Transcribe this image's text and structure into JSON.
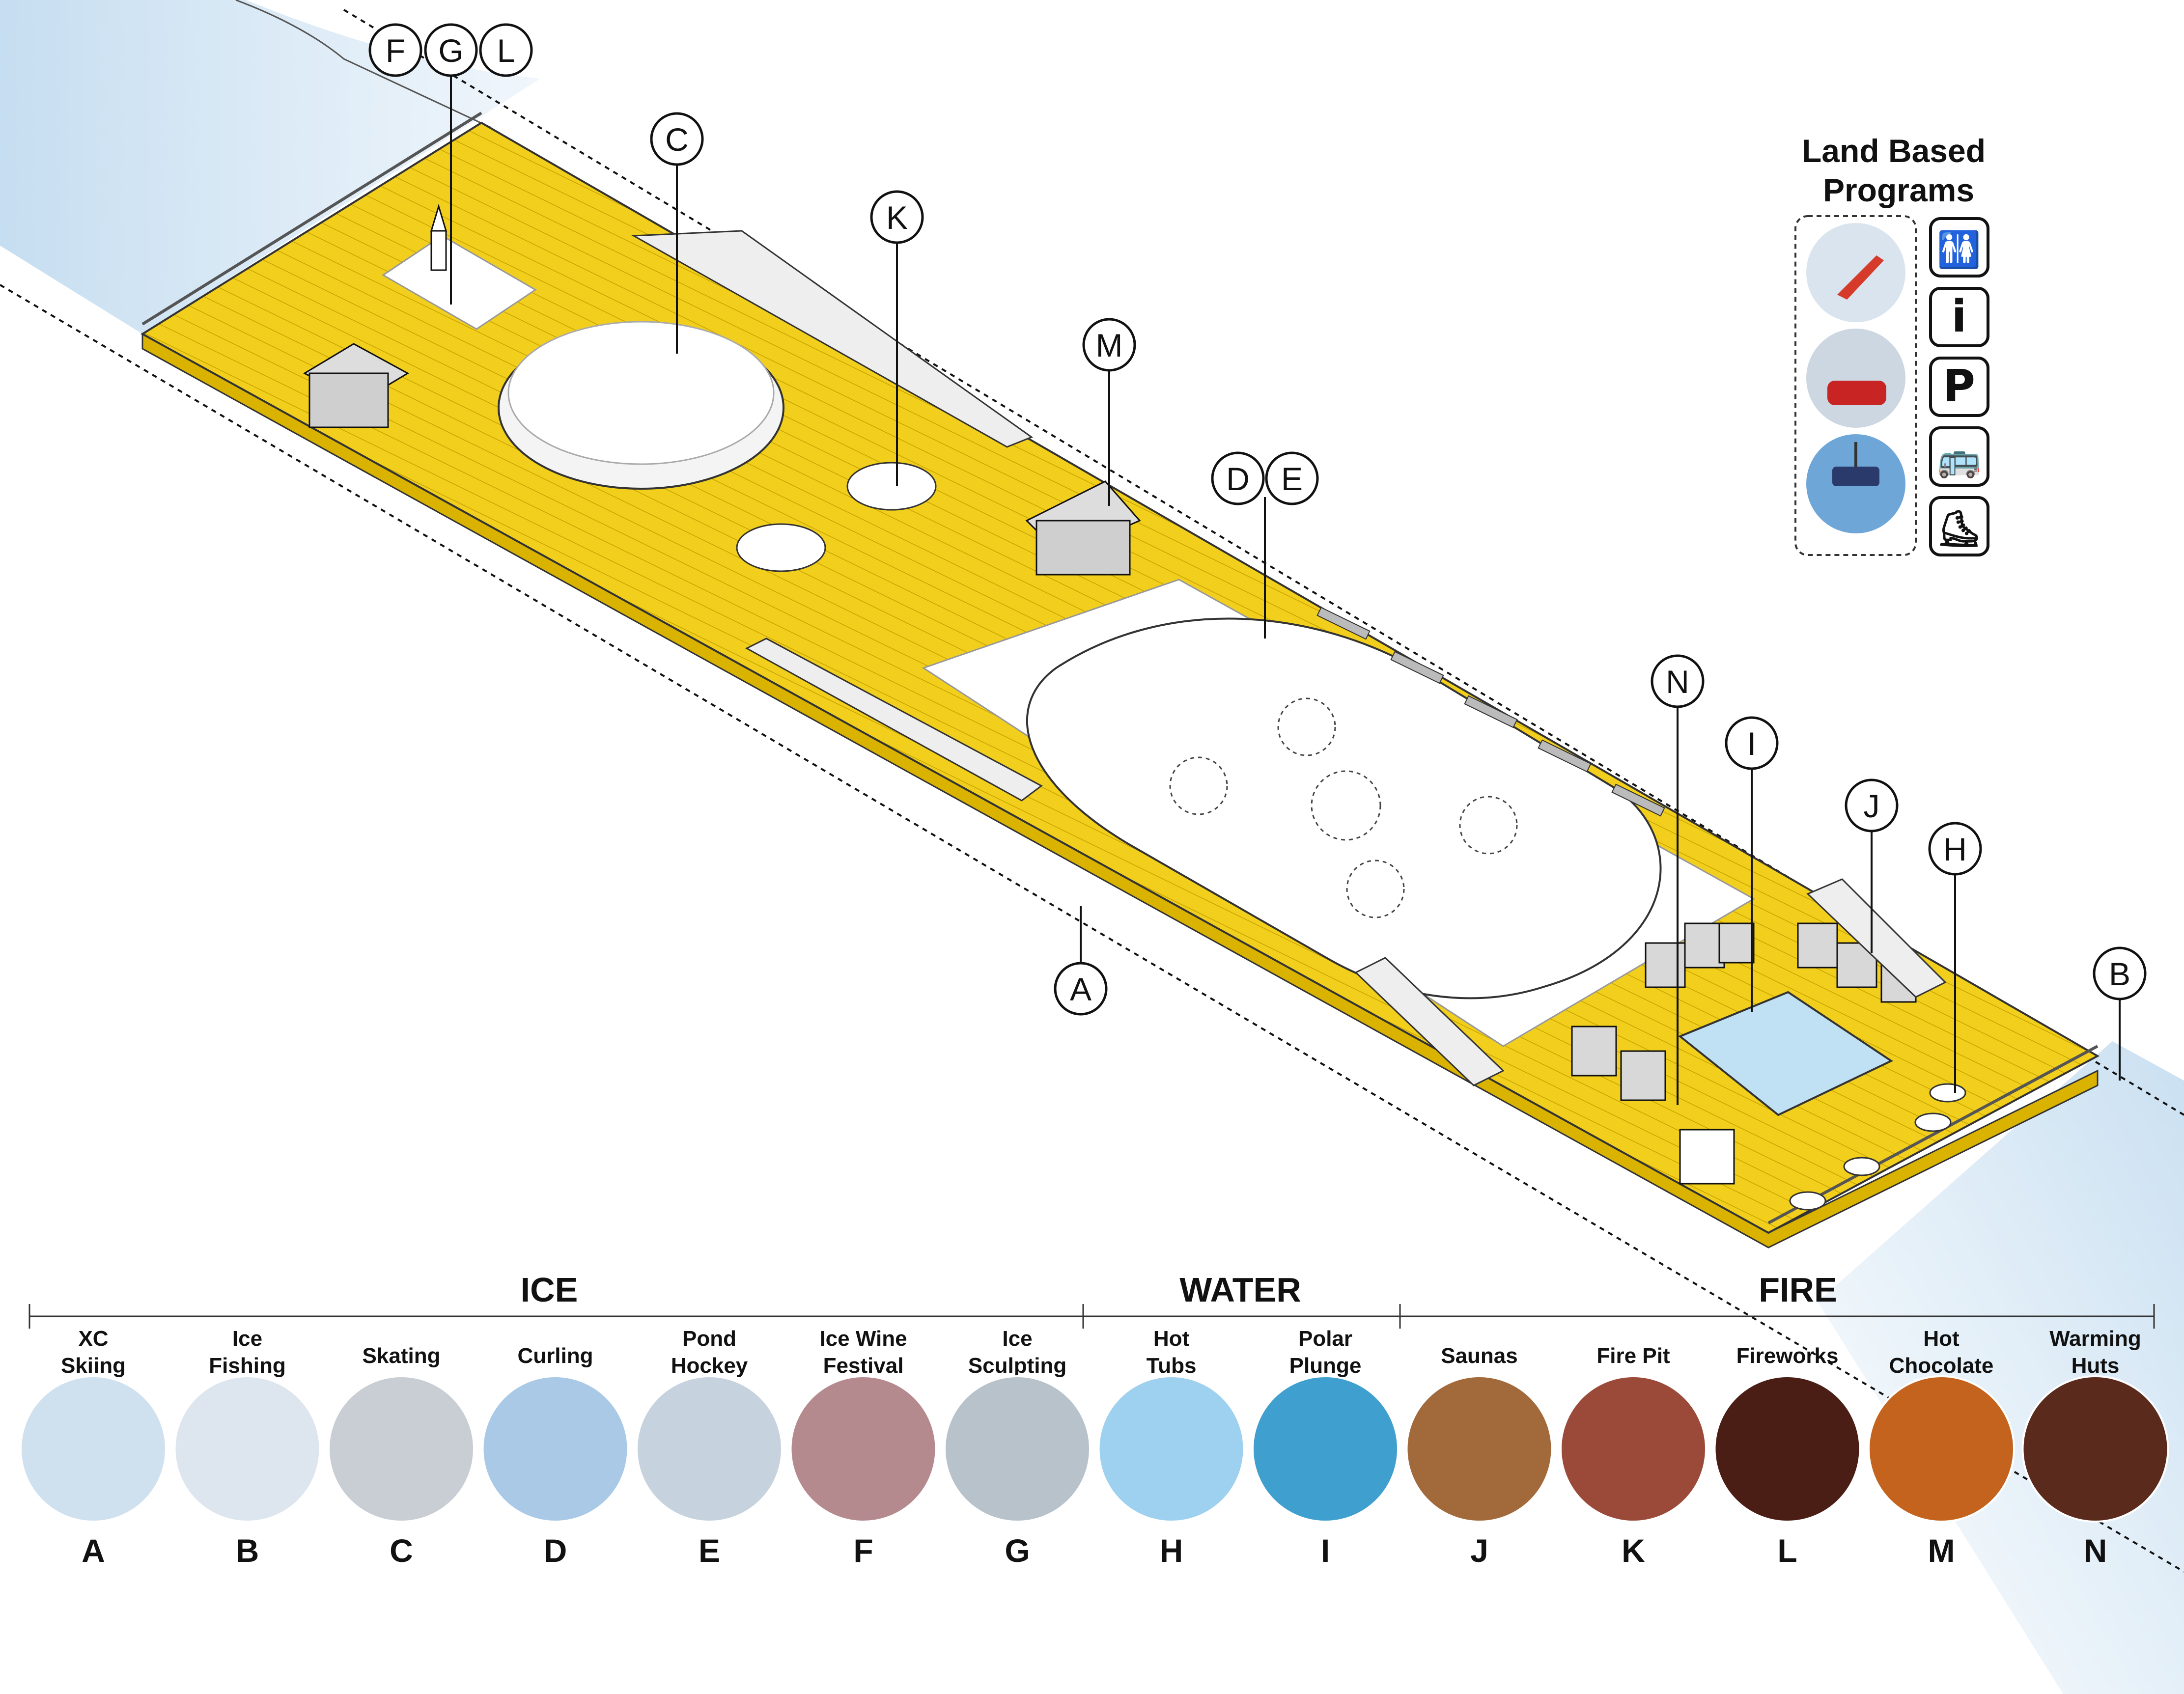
{
  "legend": {
    "title_line1": "Land  Based",
    "title_line2": "Programs",
    "photo_icons": [
      "downhill-skier-icon",
      "snowmobile-icon",
      "chairlift-icon"
    ],
    "amenity_icons": [
      {
        "name": "restroom-icon",
        "glyph": "🚻"
      },
      {
        "name": "info-icon",
        "glyph": "i"
      },
      {
        "name": "parking-icon",
        "glyph": "P"
      },
      {
        "name": "bus-icon",
        "glyph": "🚌"
      },
      {
        "name": "skate-rental-icon",
        "glyph": "⛸"
      }
    ]
  },
  "callouts": {
    "A": "A",
    "B": "B",
    "C": "C",
    "D": "D",
    "E": "E",
    "F": "F",
    "G": "G",
    "H": "H",
    "I": "I",
    "J": "J",
    "K": "K",
    "L": "L",
    "M": "M",
    "N": "N"
  },
  "categories": [
    {
      "name": "ICE"
    },
    {
      "name": "WATER"
    },
    {
      "name": "FIRE"
    }
  ],
  "programs": [
    {
      "letter": "A",
      "line1": "XC",
      "line2": "Skiing",
      "color": "#cfe0ef"
    },
    {
      "letter": "B",
      "line1": "Ice",
      "line2": "Fishing",
      "color": "#dde6ee"
    },
    {
      "letter": "C",
      "line1": "Skating",
      "line2": "",
      "color": "#c9cdd4"
    },
    {
      "letter": "D",
      "line1": "Curling",
      "line2": "",
      "color": "#a9c9e6"
    },
    {
      "letter": "E",
      "line1": "Pond",
      "line2": "Hockey",
      "color": "#c6d3de"
    },
    {
      "letter": "F",
      "line1": "Ice Wine",
      "line2": "Festival",
      "color": "#b58a8e"
    },
    {
      "letter": "G",
      "line1": "Ice",
      "line2": "Sculpting",
      "color": "#b7c2cb"
    },
    {
      "letter": "H",
      "line1": "Hot",
      "line2": "Tubs",
      "color": "#9ed0ef"
    },
    {
      "letter": "I",
      "line1": "Polar",
      "line2": "Plunge",
      "color": "#3f9fce"
    },
    {
      "letter": "J",
      "line1": "Saunas",
      "line2": "",
      "color": "#a2693a"
    },
    {
      "letter": "K",
      "line1": "Fire Pit",
      "line2": "",
      "color": "#9b4a3a"
    },
    {
      "letter": "L",
      "line1": "Fireworks",
      "line2": "",
      "color": "#4a1e14"
    },
    {
      "letter": "M",
      "line1": "Hot",
      "line2": "Chocolate",
      "color": "#c4631d"
    },
    {
      "letter": "N",
      "line1": "Warming",
      "line2": "Huts",
      "color": "#5a2b1c"
    }
  ],
  "colors": {
    "deck": "#f2cf1c",
    "deck_edge": "#d9b300",
    "water": "#cfe3f4",
    "rink": "#ffffff",
    "pool": "#bfe1f3"
  }
}
